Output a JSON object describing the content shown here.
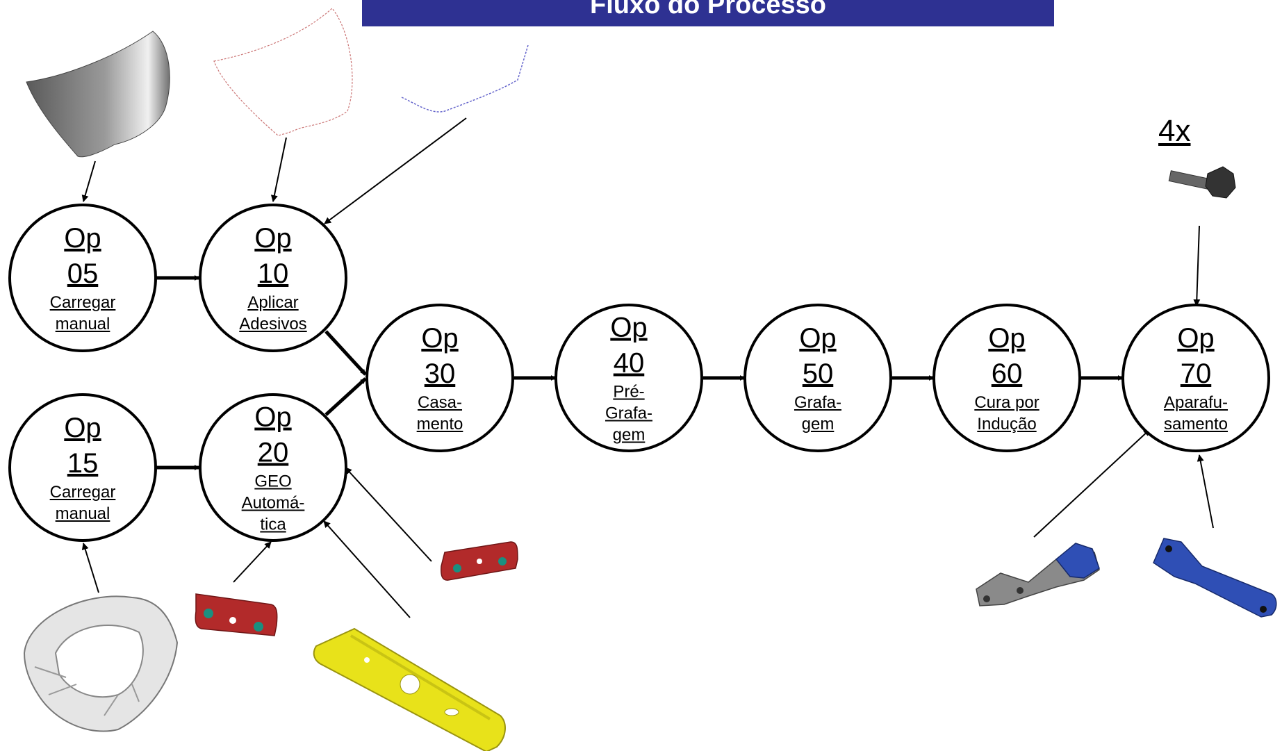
{
  "title": "Fluxo do Processo",
  "quantity_label": "4x",
  "nodes": [
    {
      "id": "op05",
      "line1": "Op",
      "line2": "05",
      "label": "Carregar\nmanual"
    },
    {
      "id": "op10",
      "line1": "Op",
      "line2": "10",
      "label": "Aplicar\nAdesivos"
    },
    {
      "id": "op15",
      "line1": "Op",
      "line2": "15",
      "label": "Carregar\nmanual"
    },
    {
      "id": "op20",
      "line1": "Op",
      "line2": "20",
      "label": "GEO\nAutomá-\ntica"
    },
    {
      "id": "op30",
      "line1": "Op",
      "line2": "30",
      "label": "Casa-\nmento"
    },
    {
      "id": "op40",
      "line1": "Op",
      "line2": "40",
      "label": "Pré-\nGrafa-\ngem"
    },
    {
      "id": "op50",
      "line1": "Op",
      "line2": "50",
      "label": "Grafa-\ngem"
    },
    {
      "id": "op60",
      "line1": "Op",
      "line2": "60",
      "label": "Cura por\nIndução"
    },
    {
      "id": "op70",
      "line1": "Op",
      "line2": "70",
      "label": "Aparafu-\nsamento"
    }
  ],
  "colors": {
    "title_bg": "#2e3192",
    "red_part": "#b22a2a",
    "yellow_part": "#e8e21a",
    "blue_part": "#2f4fb5",
    "grey_part": "#8a8a8a"
  },
  "parts": [
    "hood-outer-panel",
    "adhesive-bead-outline",
    "adhesive-bead-curve",
    "hood-inner-frame",
    "red-bracket",
    "yellow-reinforcement",
    "red-bracket",
    "bolt",
    "grey-blue-hinge",
    "blue-hinge"
  ]
}
